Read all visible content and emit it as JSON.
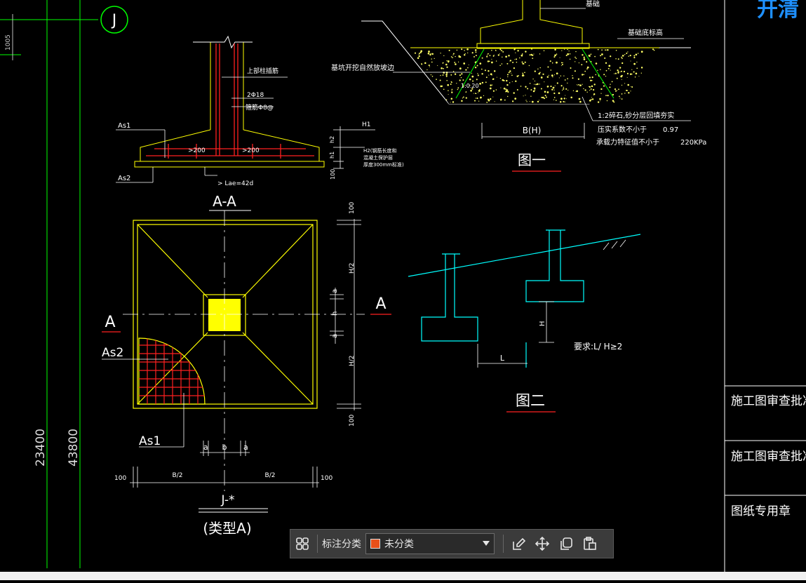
{
  "grid_bubble": "J",
  "title_block": {
    "brand_fragment": "开清",
    "rows": [
      "施工图审查批准单",
      "施工图审查批准书",
      "图纸专用章"
    ]
  },
  "dimensions_left": {
    "d1": "1005",
    "d2": "23400",
    "d3": "43800"
  },
  "section_detail": {
    "rebar_top": "上部柱插筋",
    "rebar_spec": "2Φ18",
    "rebar_spec2": "箍筋Φ8@",
    "as1": "As1",
    "as2": "As2",
    "gt200_left": ">200",
    "gt200_right": ">200",
    "lae": "> Lae=42d",
    "h1": "H1",
    "h2_note_1": "H2(钢筋长度和",
    "h2_note_2": "混凝土保护层",
    "h2_note_3": "厚度300mm标准)",
    "h1_side": "h1",
    "h2_side": "h2",
    "d100": "100"
  },
  "figure1": {
    "foundation": "基础",
    "bottom_elev": "基础底标高",
    "slope": "基坑开挖自然放坡边",
    "ratio": "1:0.20",
    "fill": "1:2碎石,砂分层回填夯实",
    "compact": "压实系数不小于",
    "compact_val": "0.97",
    "bearing": "承载力特征值不小于",
    "bearing_val": "220KPa",
    "width": "B(H)",
    "caption": "图一"
  },
  "plan": {
    "section_title": "A-A",
    "mark_left": "A",
    "mark_right": "A",
    "as1": "As1",
    "as2": "As2",
    "hh_top": "H/2",
    "hh_bottom": "H/2",
    "d100_top": "100",
    "d100_bottom": "100",
    "d100_left": "100",
    "d100_right": "100",
    "a1": "a",
    "b1": "b",
    "a2": "a",
    "bb_left": "B/2",
    "bb_right": "B/2",
    "a_v1": "a",
    "h_v": "h",
    "a_v2": "a",
    "ref": "J-*",
    "type": "(类型A)"
  },
  "figure2": {
    "h_label": "H",
    "l_label": "L",
    "req": "要求:L/ H≥2",
    "caption": "图二"
  },
  "toolbar": {
    "label": "标注分类",
    "selected": "未分类",
    "swatch_color": "#e8501a"
  },
  "colors": {
    "yellow": "#ffff00",
    "cyan": "#00ffff",
    "green": "#00ff00",
    "red": "#ff0000",
    "white": "#ffffff"
  }
}
